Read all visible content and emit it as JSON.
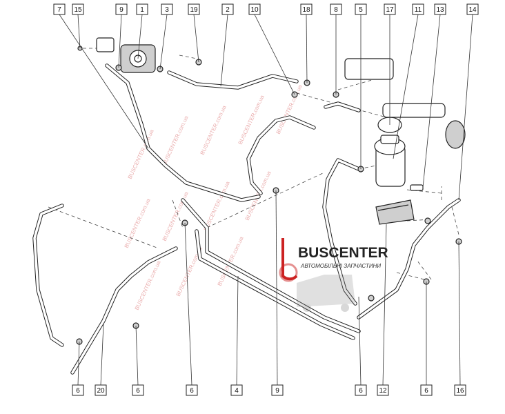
{
  "callouts": {
    "top": [
      "7",
      "15",
      "9",
      "1",
      "3",
      "19",
      "2",
      "10",
      "18",
      "8",
      "5",
      "17",
      "11",
      "13",
      "14"
    ],
    "bottom": [
      "6",
      "20",
      "6",
      "6",
      "4",
      "9",
      "6",
      "12",
      "6",
      "16"
    ]
  },
  "watermark": {
    "repeat_text": "BUSCENTER.com.ua",
    "logo_text": "BUSCENTER",
    "logo_tagline": "АВТОМОБІЛЬНІ ЗАПЧАСТИНИ"
  },
  "colors": {
    "line": "#222222",
    "watermark": "#d04848",
    "logo_accent": "#cc2222"
  }
}
